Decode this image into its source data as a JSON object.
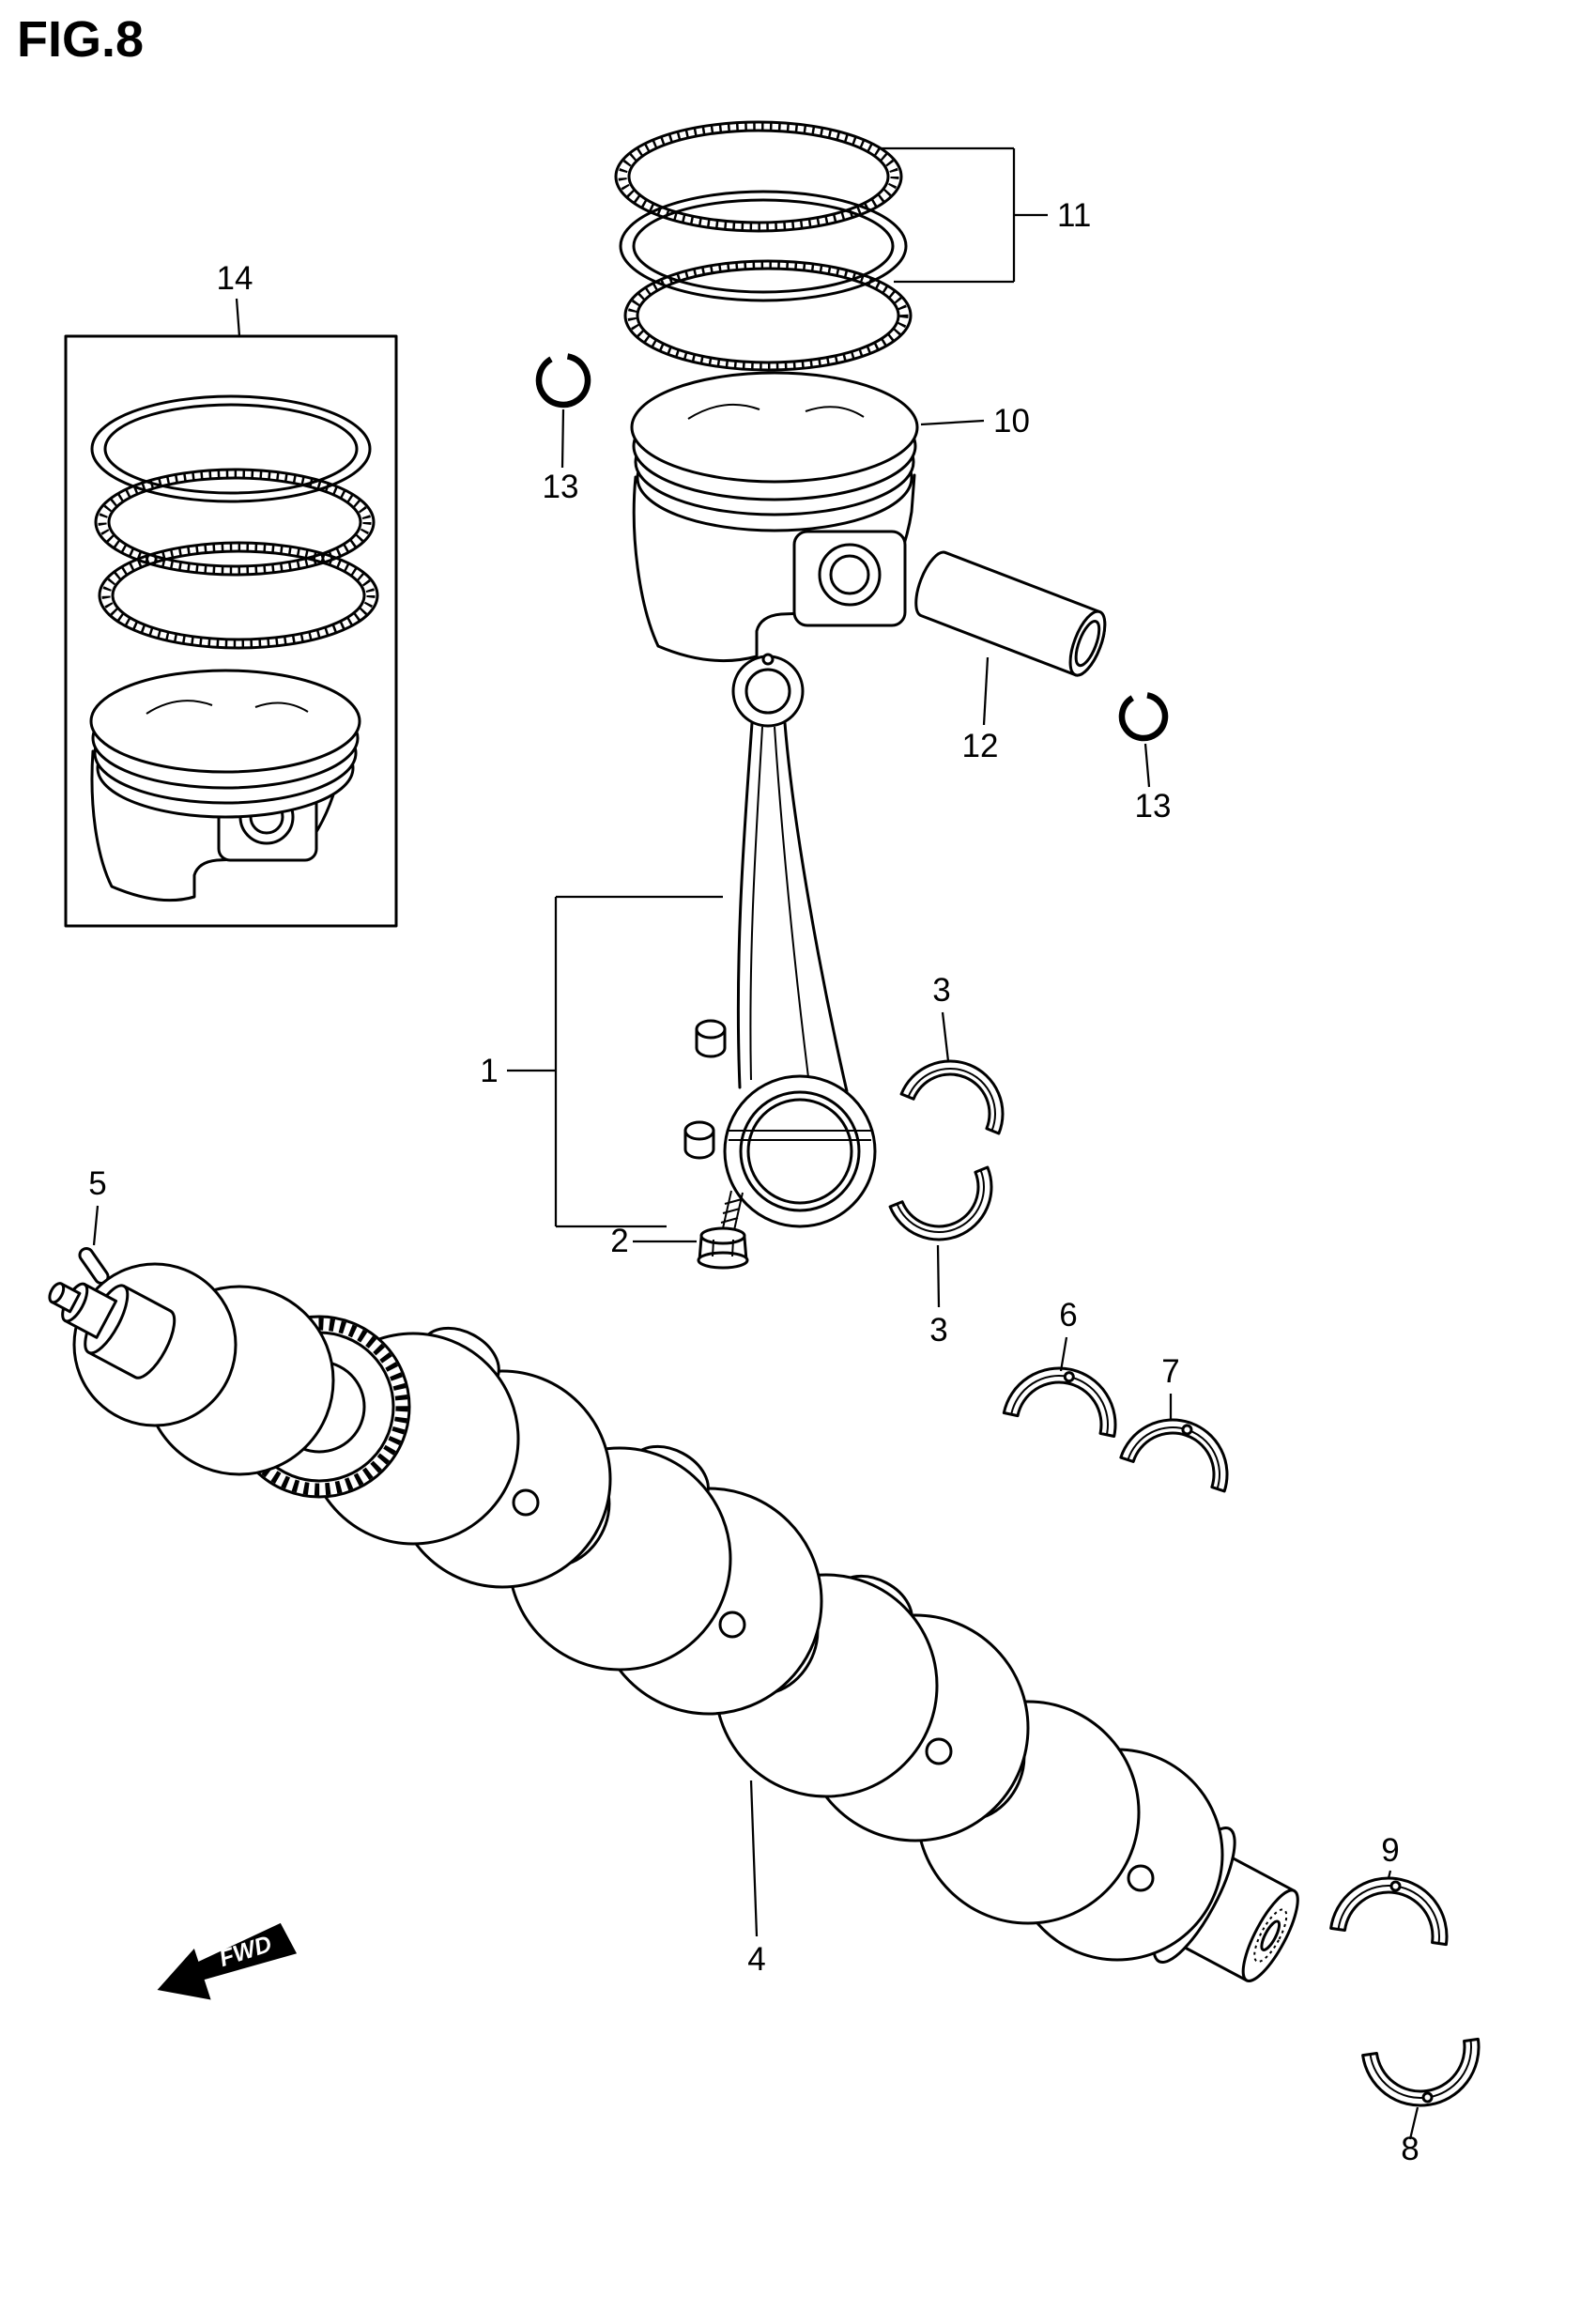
{
  "figure_title": "FIG.8",
  "fwd_marker": "FWD",
  "background": "#ffffff",
  "line_color": "#000000",
  "callouts": {
    "c14": "14",
    "c11": "11",
    "c13a": "13",
    "c10": "10",
    "c12": "12",
    "c13b": "13",
    "c1": "1",
    "c2": "2",
    "c3a": "3",
    "c3b": "3",
    "c5": "5",
    "c6": "6",
    "c7": "7",
    "c4": "4",
    "c9": "9",
    "c8": "8"
  },
  "part_shapes": {
    "1": "connecting-rod",
    "2": "connecting-rod-nut",
    "3": "rod-bearing-half-shells",
    "4": "crankshaft",
    "5": "key-pin",
    "6": "main-bearing-half-shell",
    "7": "main-bearing-half-shell",
    "8": "main-bearing-half-shell",
    "9": "main-bearing-half-shell",
    "10": "piston",
    "11": "piston-ring-set",
    "12": "piston-pin",
    "13": "circlip",
    "14": "boxed-piston-with-rings"
  }
}
